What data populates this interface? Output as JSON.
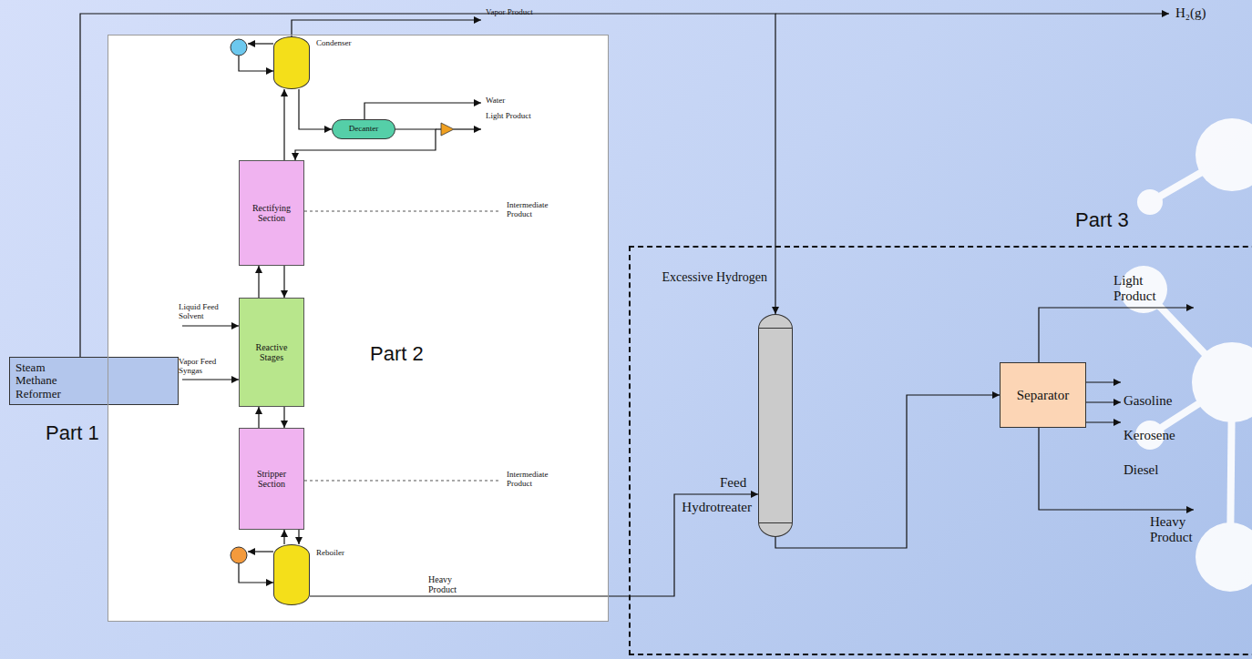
{
  "diagram": {
    "nodes": [
      {
        "text": [
          "Steam Methane Reformer"
        ]
      },
      {
        "text": [
          "Part 2"
        ]
      },
      {
        "text": [
          "Condenser"
        ],
        "in": 1
      },
      {
        "text": [
          "Decanter"
        ],
        "in": 1
      },
      {
        "text": [
          "Rectifying Section"
        ],
        "in": 1
      },
      {
        "text": [
          "Reactive Stages"
        ],
        "in": 1
      },
      {
        "text": [
          "Stripper Section"
        ],
        "in": 1
      },
      {
        "text": [
          "Reboiler"
        ],
        "in": 1
      },
      {
        "text": [
          "Part 3"
        ]
      },
      {
        "text": [
          "Hydrotreater"
        ],
        "in": 8
      },
      {
        "text": [
          "Separator"
        ],
        "in": 8
      }
    ],
    "edges": [
      {
        "from": 0,
        "to": 9,
        "arrow": "to"
      },
      {
        "from": 4,
        "to": 2,
        "arrow": "to"
      },
      {
        "from": 2,
        "to": 3,
        "arrow": "to"
      },
      {
        "from": 3,
        "to": 4,
        "arrow": "to"
      },
      {
        "from": 5,
        "to": 4,
        "arrow": "to"
      },
      {
        "from": 4,
        "to": 5,
        "arrow": "to"
      },
      {
        "from": 6,
        "to": 5,
        "arrow": "to"
      },
      {
        "from": 5,
        "to": 6,
        "arrow": "to"
      },
      {
        "from": 6,
        "to": 7,
        "arrow": "to"
      },
      {
        "from": 7,
        "to": 6,
        "arrow": "to"
      },
      {
        "from": 7,
        "to": 9,
        "arrow": "to"
      },
      {
        "from": 9,
        "to": 10,
        "arrow": "to"
      }
    ],
    "labels": [
      "Part 1",
      "Vapor Product",
      "Water",
      "Light Product",
      "Intermediate Product",
      "Liquid Feed Solvent",
      "Vapor Feed Syngas",
      "Intermediate Product",
      "Heavy Product",
      "H₂(g)",
      "Excessive Hydrogen",
      "Feed",
      "Light Product",
      "Gasoline",
      "Kerosene",
      "Diesel",
      "Heavy Product"
    ]
  }
}
